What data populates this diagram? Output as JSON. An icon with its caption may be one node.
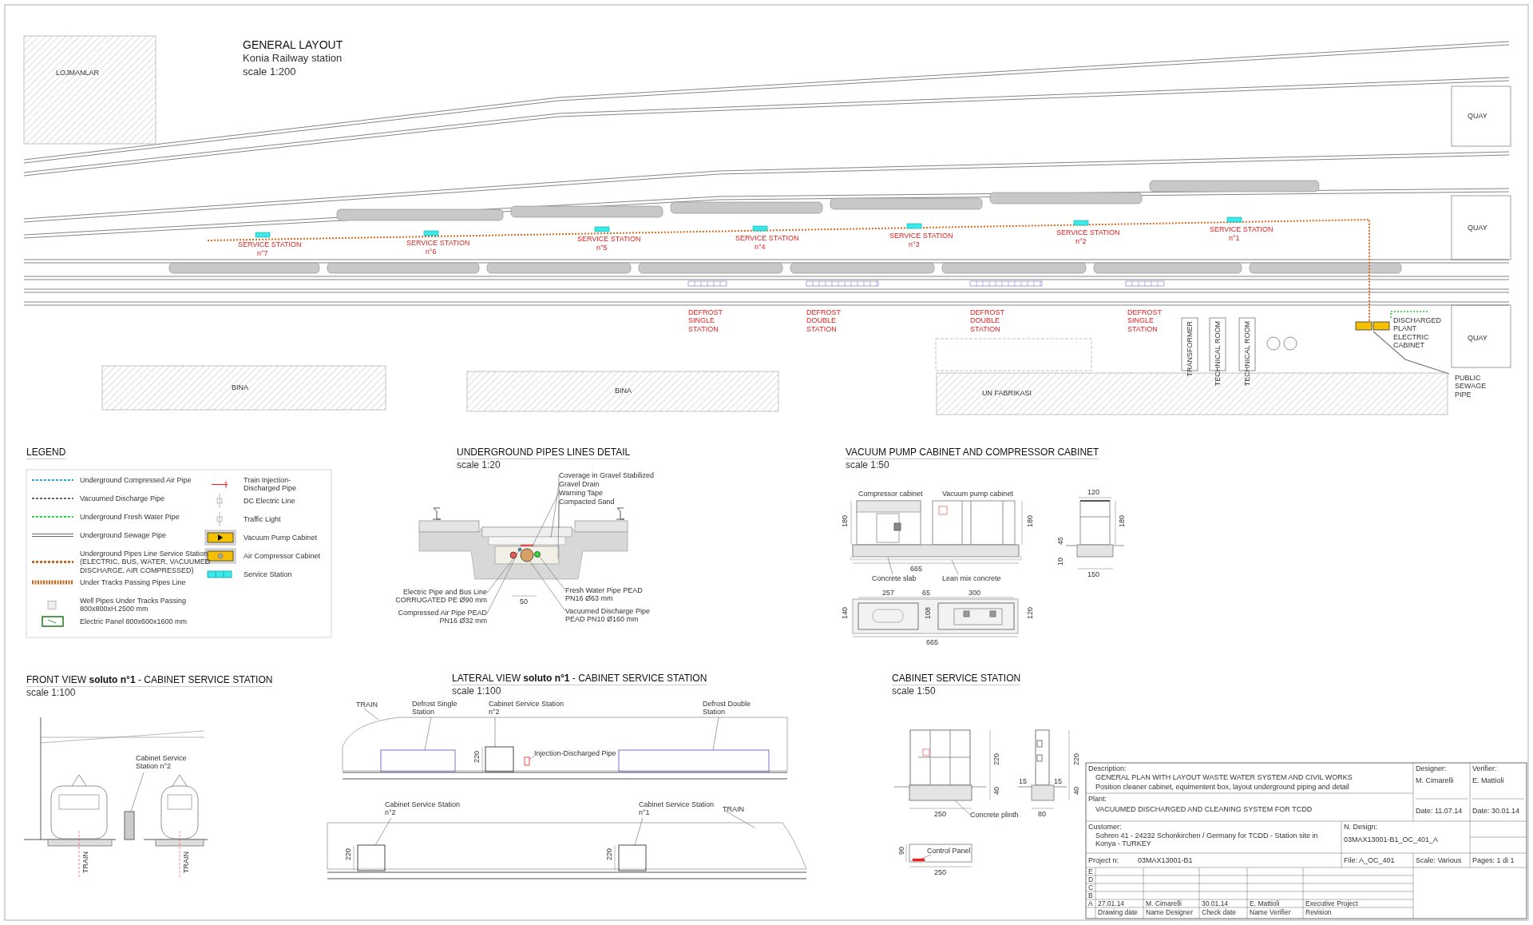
{
  "diagram": {
    "nodes": [
      {
        "text": [
          "Coverage in Gravel Stabilized"
        ]
      },
      {
        "text": [
          "Gravel Drain"
        ]
      },
      {
        "text": [
          "Warning Tape"
        ]
      },
      {
        "text": [
          "Compacted Sand"
        ]
      },
      {
        "text": [
          "Electric Pipe and Bus Line CORRUGATED PE Ø90 mm"
        ]
      },
      {
        "text": [
          "Compressed Air Pipe PEAD PN16 Ø32 mm"
        ]
      },
      {
        "text": [
          "Fresh Water Pipe PEAD PN16 Ø63 mm"
        ]
      },
      {
        "text": [
          "Vacuumed Discharge Pipe PEAD PN10 Ø160 mm"
        ]
      },
      {
        "text": [
          "Concrete slab"
        ]
      },
      {
        "text": [
          "Lean mix concrete"
        ]
      },
      {
        "text": [
          "Cabinet Service Station n°2"
        ]
      },
      {
        "text": [
          "TRAIN"
        ]
      },
      {
        "text": [
          "Defrost Single Station"
        ]
      },
      {
        "text": [
          "Cabinet Service Station n°2"
        ]
      },
      {
        "text": [
          "Injection-Discharged Pipe"
        ],
        "in": 32
      },
      {
        "text": [
          "Defrost Double Station"
        ]
      },
      {
        "text": [
          "Cabinet Service Station n°2"
        ]
      },
      {
        "text": [
          "Cabinet Service Station n°1"
        ]
      },
      {
        "text": [
          "TRAIN"
        ]
      },
      {
        "text": [
          "Concrete plinth"
        ]
      },
      {
        "text": [
          "Control Panel"
        ]
      },
      {
        "text": [],
        "shape": "box"
      },
      {
        "text": [],
        "shape": "box"
      },
      {
        "text": [],
        "shape": "bar"
      },
      {
        "text": [],
        "shape": "box"
      },
      {
        "text": [],
        "shape": "circle",
        "in": 24
      },
      {
        "text": [],
        "shape": "circle",
        "in": 24
      },
      {
        "text": [],
        "shape": "circle",
        "in": 24
      },
      {
        "text": [],
        "shape": "circle",
        "in": 24
      },
      {
        "text": [],
        "shape": "box"
      },
      {
        "text": [],
        "shape": "bar"
      },
      {
        "text": [],
        "shape": "box"
      },
      {
        "text": [],
        "shape": "picture"
      },
      {
        "text": [],
        "shape": "box",
        "in": 32
      },
      {
        "text": [],
        "shape": "box",
        "in": 32
      },
      {
        "text": [],
        "shape": "box",
        "in": 32
      },
      {
        "text": [],
        "shape": "box",
        "in": 32
      },
      {
        "text": [],
        "shape": "picture"
      },
      {
        "text": [],
        "shape": "box",
        "in": 37
      },
      {
        "text": [],
        "shape": "box",
        "in": 37
      },
      {
        "text": [],
        "shape": "box"
      },
      {
        "text": [],
        "shape": "bar"
      }
    ],
    "edges": [
      {
        "from": 0,
        "to": 21,
        "arrow": "none"
      },
      {
        "from": 1,
        "to": 22,
        "arrow": "none"
      },
      {
        "from": 2,
        "to": 23,
        "arrow": "none"
      },
      {
        "from": 3,
        "to": 24,
        "arrow": "none"
      },
      {
        "from": 4,
        "to": 25,
        "arrow": "none"
      },
      {
        "from": 5,
        "to": 26,
        "arrow": "none"
      },
      {
        "from": 6,
        "to": 27,
        "arrow": "none"
      },
      {
        "from": 7,
        "to": 28,
        "arrow": "none"
      },
      {
        "from": 8,
        "to": 29,
        "arrow": "none"
      },
      {
        "from": 9,
        "to": 30,
        "arrow": "none"
      },
      {
        "from": 10,
        "to": 31,
        "arrow": "none"
      },
      {
        "from": 11,
        "to": 32,
        "arrow": "none"
      },
      {
        "from": 12,
        "to": 33,
        "arrow": "none"
      },
      {
        "from": 13,
        "to": 34,
        "arrow": "none"
      },
      {
        "from": 14,
        "to": 35,
        "arrow": "none"
      },
      {
        "from": 15,
        "to": 36,
        "arrow": "none"
      },
      {
        "from": 16,
        "to": 38,
        "arrow": "none"
      },
      {
        "from": 17,
        "to": 39,
        "arrow": "none"
      },
      {
        "from": 18,
        "to": 37,
        "arrow": "none"
      },
      {
        "from": 19,
        "to": 40,
        "arrow": "none"
      },
      {
        "from": 20,
        "to": 41,
        "arrow": "none"
      }
    ],
    "labels": [
      "GENERAL LAYOUT",
      "Konia Railway station",
      "scale 1:200",
      "LOJMANLAR",
      "QUAY",
      "QUAY",
      "SERVICE STATION",
      "n°7",
      "SERVICE STATION",
      "n°6",
      "SERVICE STATION",
      "n°5",
      "SERVICE STATION",
      "n°4",
      "SERVICE STATION",
      "n°3",
      "SERVICE STATION",
      "n°2",
      "SERVICE STATION",
      "n°1",
      "DEFROST SINGLE STATION",
      "DEFROST DOUBLE STATION",
      "DEFROST DOUBLE STATION",
      "DEFROST SINGLE STATION",
      "DISCHARGED PLANT ELECTRIC CABINET",
      "QUAY",
      "TRANSFORMER",
      "TECHNICAL ROOM",
      "TECHNICAL ROOM",
      "BINA",
      "BINA",
      "UN FABRIKASI",
      "PUBLIC SEWAGE PIPE",
      "LEGEND",
      "UNDERGROUND PIPES LINES DETAIL",
      "scale 1:20",
      "50",
      "VACUUM PUMP CABINET AND COMPRESSOR CABINET",
      "scale 1:50",
      "Compressor cabinet",
      "Vacuum pump cabinet",
      "180",
      "180",
      "665",
      "120",
      "180",
      "45",
      "10",
      "150",
      "257",
      "65",
      "300",
      "140",
      "108",
      "120",
      "665",
      "FRONT VIEW **soluto n°1** - CABINET SERVICE STATION",
      "scale 1:100",
      "LATERAL VIEW **soluto n°1** - CABINET SERVICE STATION",
      "scale 1:100",
      "220",
      "220",
      "220",
      "CABINET SERVICE STATION",
      "scale 1:50",
      "220",
      "40",
      "250",
      "15",
      "15",
      "220",
      "40",
      "80",
      "90",
      "250",
      "Description:",
      "GENERAL PLAN WITH LAYOUT WASTE WATER SYSTEM AND CIVIL WORKS",
      "Position cleaner cabinet, equimentent box, layout underground piping and detail",
      "Designer:",
      "Verifier:",
      "M. Cimarelli",
      "E. Mattioli",
      "Plant:",
      "VACUUMED DISCHARGED AND CLEANING SYSTEM FOR TCDD",
      "Date: 11.07.14",
      "Date: 30.01.14",
      "Customer:",
      "Sohren 41 - 24232 Schonkirchen / Germany for TCDD - Station site in Konya - TURKEY",
      "N. Design:",
      "03MAX13001-B1_OC_401_A",
      "Project n:",
      "03MAX13001-B1",
      "File: A_OC_401",
      "Scale: Various",
      "Pages: 1 di 1",
      "E",
      "D",
      "C",
      "B",
      "A",
      "27.01.14",
      "M. Cimarelli",
      "30.01.14",
      "E. Mattioli",
      "Executive Project",
      "Drawing date",
      "Name Designer",
      "Check date",
      "Name Verifier",
      "Revision",
      "TRAIN",
      "TRAIN"
    ],
    "legend": [
      {
        "text": "Underground Compressed Air Pipe"
      },
      {
        "text": "Vacuumed Discharge Pipe"
      },
      {
        "text": "Underground Fresh Water Pipe"
      },
      {
        "text": "Underground Sewage Pipe"
      },
      {
        "text": "Underground Pipes Line Service Station (ELECTRIC, BUS, WATER, VACUUMED DISCHARGE, AIR COMPRESSED)"
      },
      {
        "text": "Under Tracks Passing Pipes Line"
      },
      {
        "text": "Well Pipes Under Tracks Passing 800x800xH.2500 mm"
      },
      {
        "text": "Electric Panel 800x600x1600 mm"
      },
      {
        "text": "Train Injection-Discharged Pipe"
      },
      {
        "text": "DC Electric Line"
      },
      {
        "text": "Traffic Light"
      },
      {
        "text": "Vacuum Pump Cabinet"
      },
      {
        "text": "Air Compressor Cabinet"
      },
      {
        "text": "Service Station"
      }
    ]
  }
}
